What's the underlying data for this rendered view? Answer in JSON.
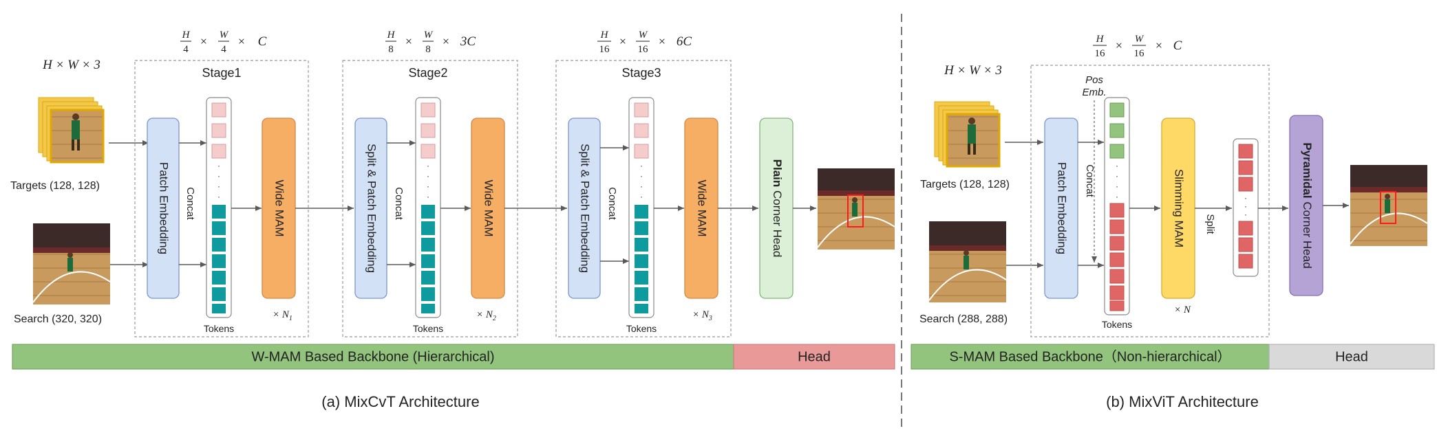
{
  "colors": {
    "patch_fill": "#d3e1f6",
    "patch_stroke": "#7b95c7",
    "mam_fill": "#f5ae64",
    "mam_stroke": "#d08a45",
    "plain_head_fill": "#dcefd7",
    "plain_head_stroke": "#85b57b",
    "slim_fill": "#ffd966",
    "slim_stroke": "#d4ac2c",
    "pyr_fill": "#b5a3d6",
    "pyr_stroke": "#8670b6",
    "token_pink": "#f4cccc",
    "token_pink_stroke": "#d79c9c",
    "token_teal": "#0f9a9e",
    "token_green": "#93c47d",
    "token_red": "#e06666",
    "bar_green": "#93c47d",
    "bar_red": "#ea9999",
    "bar_gray": "#d9d9d9",
    "frame_stroke": "#999999"
  },
  "left": {
    "input_shape": "H × W × 3",
    "targets_label": "Targets (128, 128)",
    "search_label": "Search (320, 320)",
    "stages": [
      {
        "title": "Stage1",
        "dim_h": "H",
        "dim_w": "W",
        "dim_den": "4",
        "dim_c": "C",
        "embed_label": "Patch Embedding",
        "concat_label": "Concat",
        "tokens_label": "Tokens",
        "mam_label": "Wide MAM",
        "repeat_x": "× N",
        "repeat_sub": "1"
      },
      {
        "title": "Stage2",
        "dim_h": "H",
        "dim_w": "W",
        "dim_den": "8",
        "dim_c": "3C",
        "embed_label": "Split & Patch Embedding",
        "concat_label": "Concat",
        "tokens_label": "Tokens",
        "mam_label": "Wide MAM",
        "repeat_x": "× N",
        "repeat_sub": "2"
      },
      {
        "title": "Stage3",
        "dim_h": "H",
        "dim_w": "W",
        "dim_den": "16",
        "dim_c": "6C",
        "embed_label": "Split & Patch Embedding",
        "concat_label": "Concat",
        "tokens_label": "Tokens",
        "mam_label": "Wide MAM",
        "repeat_x": "× N",
        "repeat_sub": "3"
      }
    ],
    "head_bold": "Plain",
    "head_rest": " Corner Head",
    "backbone_bar": "W-MAM Based Backbone (Hierarchical)",
    "head_bar": "Head",
    "caption": "(a) MixCvT Architecture"
  },
  "right": {
    "input_shape": "H × W × 3",
    "dim_h": "H",
    "dim_w": "W",
    "dim_den": "16",
    "dim_c": "C",
    "targets_label": "Targets (128, 128)",
    "search_label": "Search (288, 288)",
    "embed_label": "Patch Embedding",
    "concat_label": "Concat",
    "pos_line1": "Pos",
    "pos_line2": "Emb.",
    "tokens_label": "Tokens",
    "mam_label": "Slimming MAM",
    "repeat_label": "× N",
    "split_label": "Split",
    "head_bold": "Pyramidal",
    "head_rest": " Corner Head",
    "backbone_bar": "S-MAM Based Backbone（Non-hierarchical）",
    "head_bar": "Head",
    "caption": "(b) MixViT Architecture"
  }
}
